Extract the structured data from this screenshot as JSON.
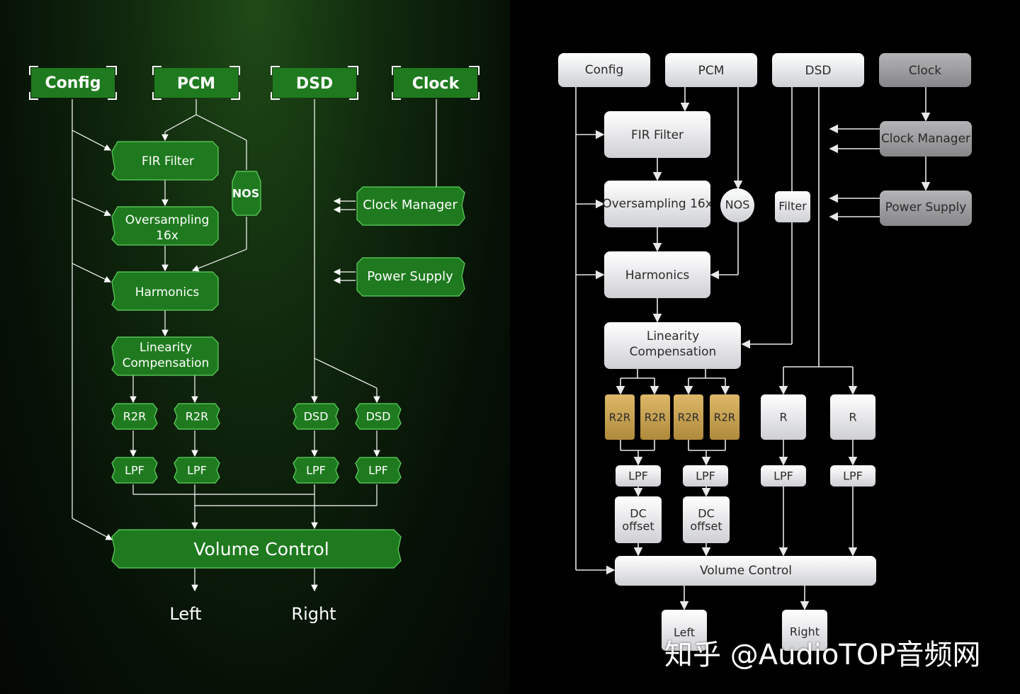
{
  "colors": {
    "left_box": "#1f7a1f",
    "left_stroke": "#5fd35f",
    "right_box": "#e8e8ea",
    "right_clock": "#9a9a9c",
    "r2r_gold": "#c9a250"
  },
  "left": {
    "inputs": {
      "config": "Config",
      "pcm": "PCM",
      "dsd": "DSD",
      "clock": "Clock"
    },
    "fir": "FIR Filter",
    "nos": "NOS",
    "oversampling": [
      "Oversampling",
      "16x"
    ],
    "harmonics": "Harmonics",
    "linearity": [
      "Linearity",
      "Compensation"
    ],
    "clock_manager": "Clock Manager",
    "power_supply": "Power Supply",
    "r2r": "R2R",
    "dsd_block": "DSD",
    "lpf": "LPF",
    "volume": "Volume Control",
    "out_left": "Left",
    "out_right": "Right"
  },
  "right": {
    "inputs": {
      "config": "Config",
      "pcm": "PCM",
      "dsd": "DSD",
      "clock": "Clock"
    },
    "fir": "FIR Filter",
    "oversampling": "Oversampling 16x",
    "nos": "NOS",
    "filter": "Filter",
    "harmonics": "Harmonics",
    "linearity": [
      "Linearity",
      "Compensation"
    ],
    "clock_manager": "Clock Manager",
    "power_supply": "Power Supply",
    "r2r": "R2R",
    "r_block": "R",
    "lpf": "LPF",
    "dc_offset": [
      "DC",
      "offset"
    ],
    "volume": "Volume Control",
    "out_left": "Left",
    "out_right": "Right"
  },
  "watermark": "知乎 @AudioTOP音频网"
}
